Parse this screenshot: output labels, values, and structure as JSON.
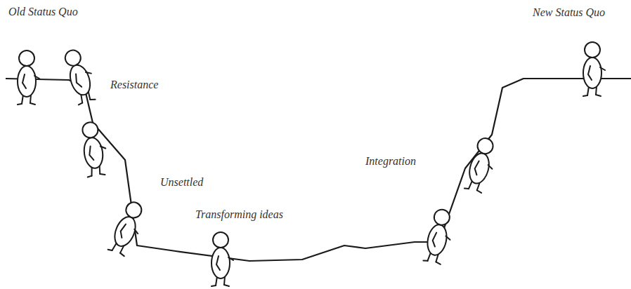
{
  "diagram": {
    "labels": [
      "Old Status Quo",
      "Resistance",
      "Unsettled",
      "Transforming ideas",
      "Integration",
      "New Status Quo"
    ]
  }
}
